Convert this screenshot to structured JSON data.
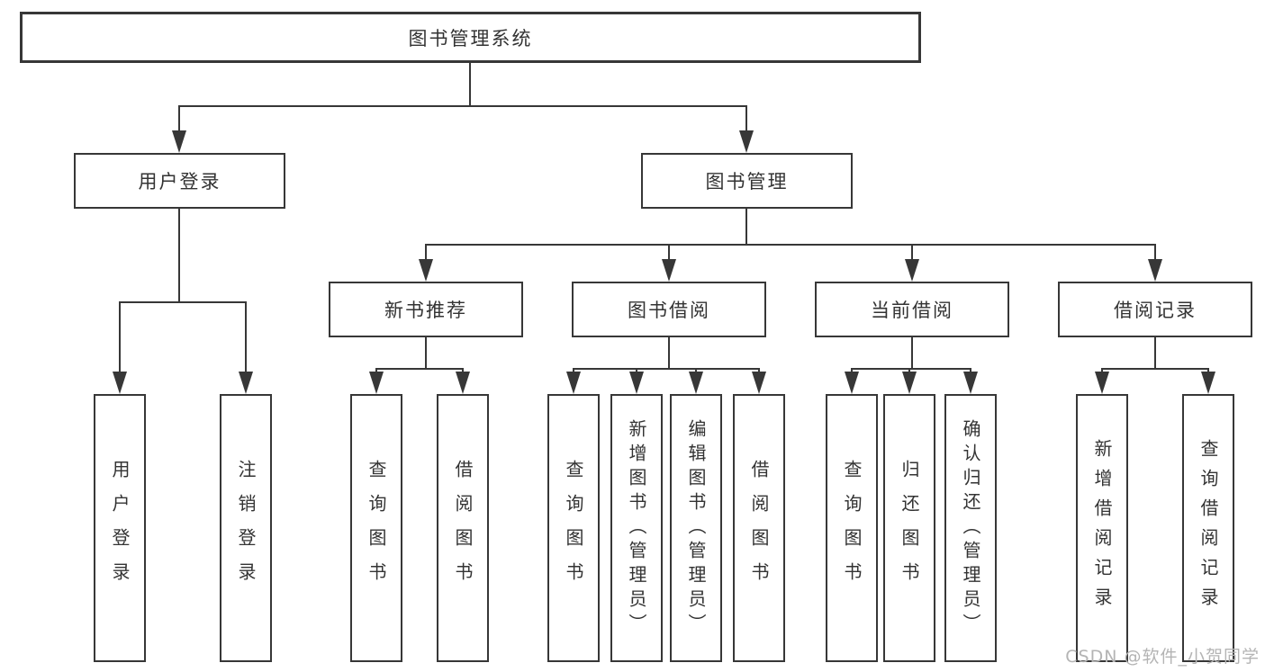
{
  "diagram_type": "hierarchy-tree",
  "tree": {
    "root": {
      "label": "图书管理系统",
      "children": [
        {
          "label": "用户登录",
          "children": [
            {
              "label": "用户登录"
            },
            {
              "label": "注销登录"
            }
          ]
        },
        {
          "label": "图书管理",
          "children": [
            {
              "label": "新书推荐",
              "children": [
                {
                  "label": "查询图书"
                },
                {
                  "label": "借阅图书"
                }
              ]
            },
            {
              "label": "图书借阅",
              "children": [
                {
                  "label": "查询图书"
                },
                {
                  "label": "新增图书（管理员）"
                },
                {
                  "label": "编辑图书（管理员）"
                },
                {
                  "label": "借阅图书"
                }
              ]
            },
            {
              "label": "当前借阅",
              "children": [
                {
                  "label": "查询图书"
                },
                {
                  "label": "归还图书"
                },
                {
                  "label": "确认归还（管理员）"
                }
              ]
            },
            {
              "label": "借阅记录",
              "children": [
                {
                  "label": "新增借阅记录"
                },
                {
                  "label": "查询借阅记录"
                }
              ]
            }
          ]
        }
      ]
    }
  },
  "watermark": "CSDN @软件_小贺同学",
  "colors": {
    "line": "#373737",
    "text": "#333333",
    "background": "#ffffff",
    "watermark": "#b4b4b4"
  }
}
